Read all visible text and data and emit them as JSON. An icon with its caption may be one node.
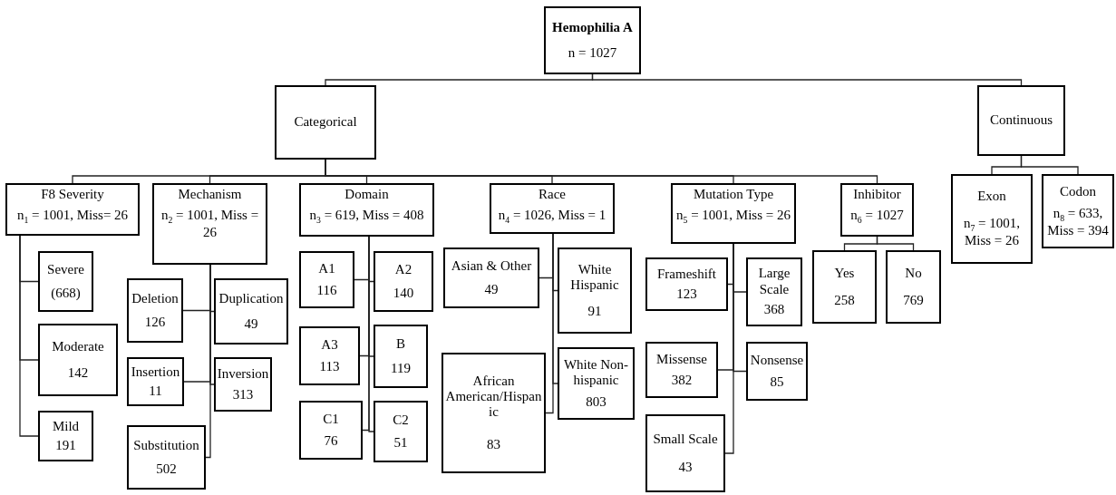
{
  "diagram": {
    "nodes": [
      {
        "text": [
          "Hemophilia A",
          "n = 1027"
        ]
      },
      {
        "text": [
          "Categorical"
        ]
      },
      {
        "text": [
          "Continuous"
        ]
      },
      {
        "text": [
          "F8 Severity",
          "n$_{1}$ = 1001, Miss= 26"
        ]
      },
      {
        "text": [
          "Mechanism",
          "n$_{2}$ = 1001, Miss = 26"
        ]
      },
      {
        "text": [
          "Domain",
          "n$_{3}$ = 619, Miss = 408"
        ]
      },
      {
        "text": [
          "Race",
          "n$_{4}$ = 1026,  Miss = 1"
        ]
      },
      {
        "text": [
          "Mutation Type",
          "n$_{5}$ = 1001, Miss = 26"
        ]
      },
      {
        "text": [
          "Inhibitor",
          "n$_{6}$ = 1027"
        ]
      },
      {
        "text": [
          "Exon",
          "n$_{7}$ = 1001, Miss = 26"
        ]
      },
      {
        "text": [
          "Codon",
          "n$_{8}$ = 633, Miss = 394"
        ]
      },
      {
        "text": [
          "Severe",
          "(668)"
        ]
      },
      {
        "text": [
          "Moderate",
          "142"
        ]
      },
      {
        "text": [
          "Mild",
          "191"
        ]
      },
      {
        "text": [
          "Deletion",
          "126"
        ]
      },
      {
        "text": [
          "Duplication",
          "49"
        ]
      },
      {
        "text": [
          "Insertion",
          "11"
        ]
      },
      {
        "text": [
          "Inversion",
          "313"
        ]
      },
      {
        "text": [
          "Substitution",
          "502"
        ]
      },
      {
        "text": [
          "A1",
          "116"
        ]
      },
      {
        "text": [
          "A2",
          "140"
        ]
      },
      {
        "text": [
          "A3",
          "113"
        ]
      },
      {
        "text": [
          "B",
          "119"
        ]
      },
      {
        "text": [
          "C1",
          "76"
        ]
      },
      {
        "text": [
          "C2",
          "51"
        ]
      },
      {
        "text": [
          "Asian & Other",
          "49"
        ]
      },
      {
        "text": [
          "White Hispanic",
          "91"
        ]
      },
      {
        "text": [
          "African American/Hispanic",
          "83"
        ]
      },
      {
        "text": [
          "White Non-hispanic",
          "803"
        ]
      },
      {
        "text": [
          "Frameshift",
          "123"
        ]
      },
      {
        "text": [
          "Large Scale",
          "368"
        ]
      },
      {
        "text": [
          "Missense",
          "382"
        ]
      },
      {
        "text": [
          "Nonsense",
          "85"
        ]
      },
      {
        "text": [
          "Small Scale",
          "43"
        ]
      },
      {
        "text": [
          "Yes",
          "258"
        ]
      },
      {
        "text": [
          "No",
          "769"
        ]
      }
    ],
    "edges": [
      {
        "from": 0,
        "to": 1,
        "arrow": "none"
      },
      {
        "from": 0,
        "to": 2,
        "arrow": "none"
      },
      {
        "from": 1,
        "to": 3,
        "arrow": "none"
      },
      {
        "from": 1,
        "to": 4,
        "arrow": "none"
      },
      {
        "from": 1,
        "to": 5,
        "arrow": "none"
      },
      {
        "from": 1,
        "to": 6,
        "arrow": "none"
      },
      {
        "from": 1,
        "to": 7,
        "arrow": "none"
      },
      {
        "from": 1,
        "to": 8,
        "arrow": "none"
      },
      {
        "from": 2,
        "to": 9,
        "arrow": "none"
      },
      {
        "from": 2,
        "to": 10,
        "arrow": "none"
      },
      {
        "from": 3,
        "to": 11,
        "arrow": "none"
      },
      {
        "from": 3,
        "to": 12,
        "arrow": "none"
      },
      {
        "from": 3,
        "to": 13,
        "arrow": "none"
      },
      {
        "from": 4,
        "to": 14,
        "arrow": "none"
      },
      {
        "from": 4,
        "to": 15,
        "arrow": "none"
      },
      {
        "from": 4,
        "to": 16,
        "arrow": "none"
      },
      {
        "from": 4,
        "to": 17,
        "arrow": "none"
      },
      {
        "from": 4,
        "to": 18,
        "arrow": "none"
      },
      {
        "from": 5,
        "to": 19,
        "arrow": "none"
      },
      {
        "from": 5,
        "to": 20,
        "arrow": "none"
      },
      {
        "from": 5,
        "to": 21,
        "arrow": "none"
      },
      {
        "from": 5,
        "to": 22,
        "arrow": "none"
      },
      {
        "from": 5,
        "to": 23,
        "arrow": "none"
      },
      {
        "from": 5,
        "to": 24,
        "arrow": "none"
      },
      {
        "from": 6,
        "to": 25,
        "arrow": "none"
      },
      {
        "from": 6,
        "to": 26,
        "arrow": "none"
      },
      {
        "from": 6,
        "to": 27,
        "arrow": "none"
      },
      {
        "from": 6,
        "to": 28,
        "arrow": "none"
      },
      {
        "from": 7,
        "to": 29,
        "arrow": "none"
      },
      {
        "from": 7,
        "to": 30,
        "arrow": "none"
      },
      {
        "from": 7,
        "to": 31,
        "arrow": "none"
      },
      {
        "from": 7,
        "to": 32,
        "arrow": "none"
      },
      {
        "from": 7,
        "to": 33,
        "arrow": "none"
      },
      {
        "from": 8,
        "to": 34,
        "arrow": "none"
      },
      {
        "from": 8,
        "to": 35,
        "arrow": "none"
      }
    ]
  }
}
